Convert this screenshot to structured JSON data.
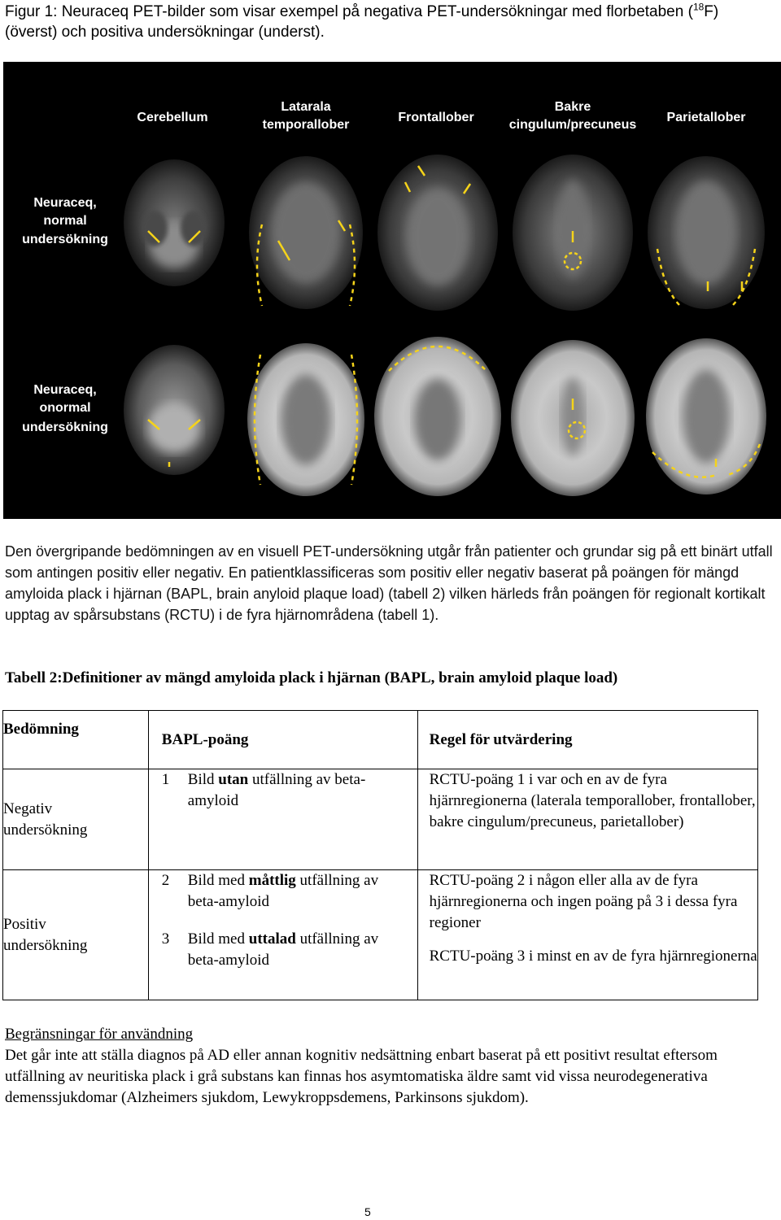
{
  "caption": {
    "part1": "Figur 1: Neuraceq PET-bilder som visar exempel på negativa PET-undersökningar med florbetaben (",
    "sup": "18",
    "part2": "F)(överst) och positiva undersökningar (underst)."
  },
  "figure": {
    "column_labels": [
      [
        "Cerebellum"
      ],
      [
        "Latarala",
        "temporallober"
      ],
      [
        "Frontallober"
      ],
      [
        "Bakre",
        "cingulum/precuneus"
      ],
      [
        "Parietallober"
      ]
    ],
    "row_labels": [
      [
        "Neuraceq,",
        "normal",
        "undersökning"
      ],
      [
        "Neuraceq,",
        "onormal",
        "undersökning"
      ]
    ],
    "annotation_color": "#f5d31a"
  },
  "body_text": "Den övergripande bedömningen av en visuell PET-undersökning utgår från patienter och grundar sig på ett binärt utfall som antingen positiv eller negativ. En patientklassificeras som positiv eller negativ baserat på poängen för mängd amyloida plack i hjärnan (BAPL, brain anyloid plaque load) (tabell 2) vilken härleds från poängen för regionalt kortikalt upptag av spårsubstans (RCTU) i de fyra hjärnområdena (tabell 1).",
  "table": {
    "title": "Tabell 2:Definitioner av mängd amyloida plack i hjärnan (BAPL, brain amyloid plaque load)",
    "headers": {
      "assessment": "Bedömning",
      "score": "BAPL-poäng",
      "rule": "Regel för utvärdering"
    },
    "negative": {
      "label_line1": "Negativ",
      "label_line2": "undersökning",
      "score": "1",
      "desc_pre": "Bild ",
      "desc_bold": "utan",
      "desc_post": " utfällning av beta-amyloid",
      "rule": "RCTU-poäng 1 i var och en av de fyra hjärnregionerna (laterala temporallober, frontallober, bakre cingulum/precuneus, parietallober)"
    },
    "positive": {
      "label_line1": "Positiv",
      "label_line2": "undersökning",
      "rows": [
        {
          "score": "2",
          "desc_pre": "Bild med ",
          "desc_bold": "måttlig",
          "desc_post": " utfällning av beta-amyloid",
          "rule": "RCTU-poäng 2 i någon eller alla av de fyra hjärnregionerna och ingen poäng på 3 i dessa fyra regioner"
        },
        {
          "score": "3",
          "desc_pre": "Bild med ",
          "desc_bold": "uttalad",
          "desc_post": " utfällning av beta-amyloid",
          "rule": "RCTU-poäng 3 i minst en av de fyra hjärnregionerna"
        }
      ]
    }
  },
  "limitations": {
    "heading": "Begränsningar för användning",
    "text": "Det går inte att ställa diagnos på AD eller annan kognitiv nedsättning enbart baserat på ett positivt resultat eftersom utfällning av neuritiska plack i grå substans kan finnas hos asymtomatiska äldre samt vid vissa neurodegenerativa demenssjukdomar (Alzheimers sjukdom, Lewykroppsdemens, Parkinsons sjukdom)."
  },
  "page_number": "5"
}
